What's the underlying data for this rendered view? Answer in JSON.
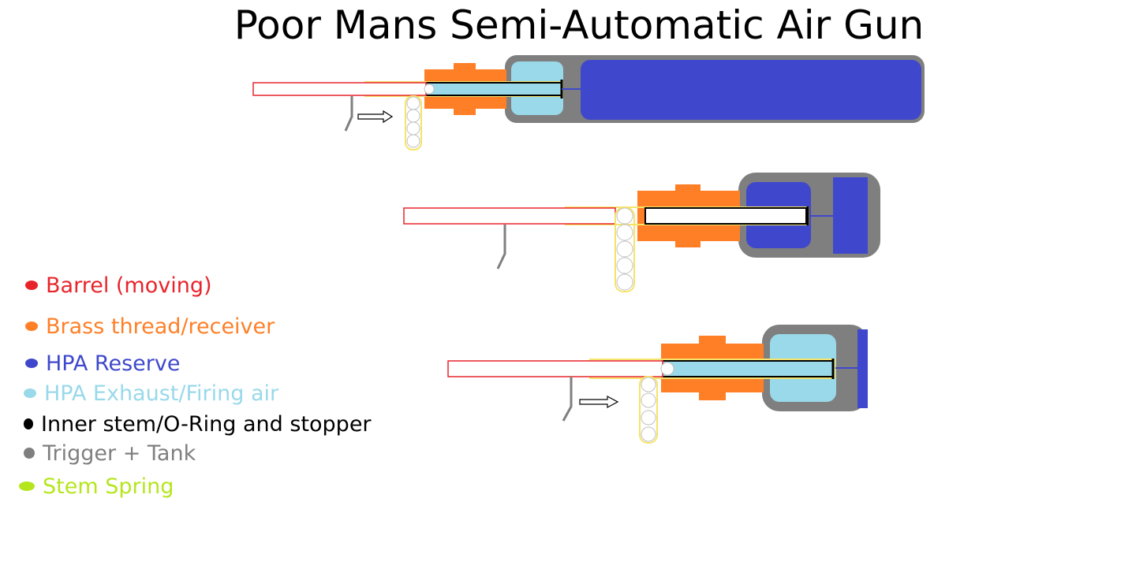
{
  "title": "Poor Mans Semi-Automatic Air Gun",
  "colors": {
    "barrel": "#e8242b",
    "brass": "#ff7f27",
    "reserve": "#3f48cc",
    "exhaust": "#99d9ea",
    "stem": "#000000",
    "tank": "#7f7f7f",
    "spring": "#b5e61d",
    "spring_coil": "#c0c0c0",
    "spring_outline": "#f5e36a"
  },
  "legend": [
    {
      "label": "Barrel (moving)",
      "color": "#e8242b"
    },
    {
      "label": "Brass thread/receiver",
      "color": "#ff7f27"
    },
    {
      "label": "HPA Reserve",
      "color": "#3f48cc"
    },
    {
      "label": "HPA Exhaust/Firing air",
      "color": "#99d9ea"
    },
    {
      "label": "Inner stem/O-Ring and stopper",
      "color": "#000000"
    },
    {
      "label": "Trigger + Tank",
      "color": "#7f7f7f"
    },
    {
      "label": "Stem Spring",
      "color": "#b5e61d"
    }
  ]
}
